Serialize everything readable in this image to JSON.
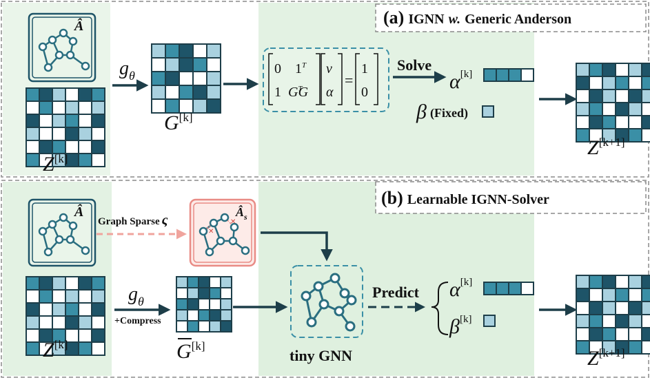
{
  "panel_a": {
    "title_prefix": "(a)",
    "title_text": "IGNN",
    "title_w": "w.",
    "title_rest": "Generic Anderson",
    "graph_label": "Â",
    "g_label": "g",
    "g_sub": "θ",
    "z_label": "Z",
    "z_sup": "[k]",
    "G_label": "G",
    "G_sup": "[k]",
    "matrix_r1c1": "0",
    "matrix_r1c2": "1",
    "matrix_r1c2_sup": "T",
    "matrix_r2c1": "1",
    "matrix_r2c2": "G",
    "matrix_r2c2_sup": "T",
    "matrix_r2c2_tail": "G",
    "vec_top": "ν",
    "vec_bot": "α",
    "eq": "=",
    "rhs_top": "1",
    "rhs_bot": "0",
    "solve": "Solve",
    "alpha": "α",
    "alpha_sup": "[k]",
    "beta": "β",
    "fixed": "(Fixed)",
    "z_out": "Z",
    "z_out_sup": "[k+1]"
  },
  "panel_b": {
    "title_prefix": "(b)",
    "title_text": "Learnable IGNN-Solver",
    "graph_label": "Â",
    "graph_sparse": "Graph Sparse",
    "sparse_symbol": "ς",
    "sparse_graph_label": "Â",
    "sparse_graph_sub": "s",
    "g_label": "g",
    "g_sub": "θ",
    "compress": "+Compress",
    "z_label": "Z",
    "z_sup": "[k]",
    "Gbar_label": "G",
    "Gbar_sup": "[k]",
    "tiny_gnn": "tiny GNN",
    "predict": "Predict",
    "alpha": "α",
    "alpha_sup": "[k]",
    "beta": "β",
    "beta_sup": "[k]",
    "z_out": "Z",
    "z_out_sup": "[k+1]"
  },
  "colors": {
    "dark": "#1e5468",
    "mid": "#3a8fa6",
    "light": "#a9d1df",
    "line": "#1d3e49",
    "bg_left": "#e9f5e9",
    "bg_mid": "#dff0df",
    "sparse_border": "#e98b85",
    "sparse_fill": "#fdebe8"
  }
}
